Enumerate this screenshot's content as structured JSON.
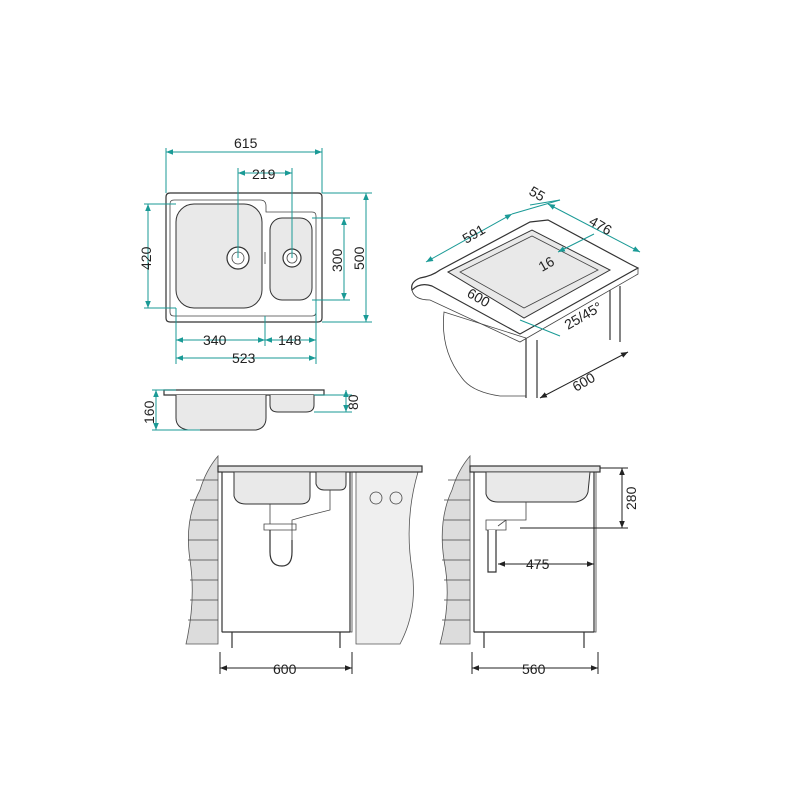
{
  "colors": {
    "dimension": "#1a9a96",
    "outline": "#333333",
    "steel": "#e9e9e9",
    "wall": "#dcdcdc"
  },
  "top_view": {
    "overall_width": "615",
    "drain_spacing": "219",
    "overall_depth": "500",
    "main_bowl_depth": "420",
    "small_bowl_depth": "300",
    "main_bowl_width": "340",
    "small_bowl_width": "148",
    "inner_width": "523"
  },
  "side_view": {
    "main_bowl_height": "160",
    "small_bowl_height": "80"
  },
  "iso_view": {
    "cutout_width": "591",
    "edge_offset": "55",
    "cutout_depth": "476",
    "clearance": "16",
    "cabinet_front": "600",
    "cabinet_side": "600",
    "worktop_thickness": "25/45°"
  },
  "front_install": {
    "cabinet_width": "600"
  },
  "side_install": {
    "height": "280",
    "distance": "475",
    "cabinet_depth": "560"
  }
}
